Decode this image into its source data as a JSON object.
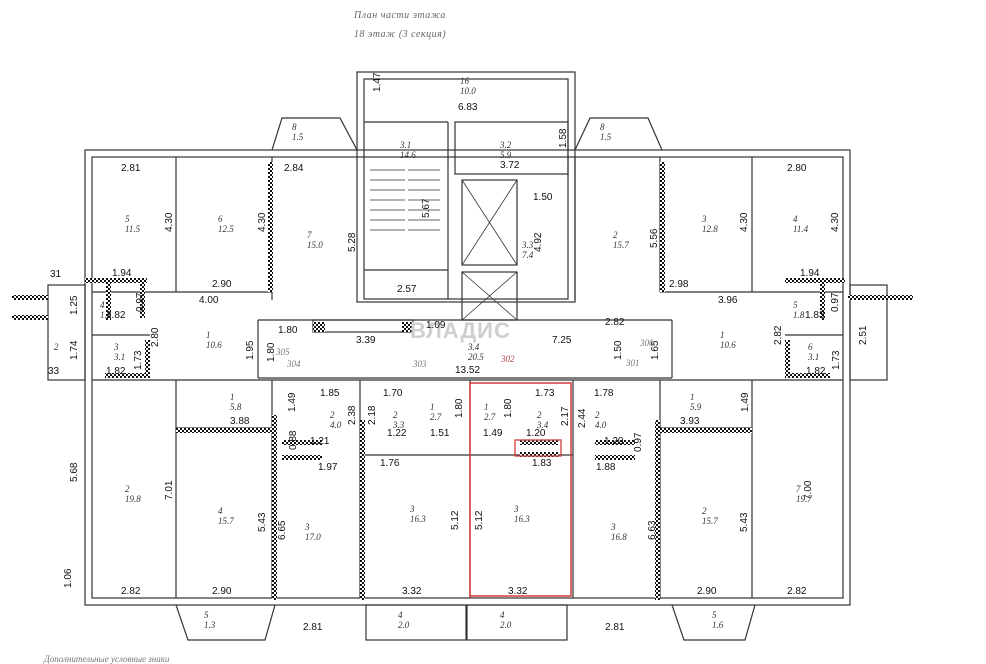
{
  "header": {
    "title": "План части этажа",
    "subtitle": "18 этаж (3 секция)"
  },
  "footer_note": "Дополнительные условные знаки",
  "watermark": "ВЛАДИС",
  "highlight_color": "#d23a3a",
  "dims": {
    "top_room_w": "6.83",
    "top_room_h": "1.47",
    "stair_w": "2.57",
    "stair_h": "5.67",
    "lift_hall_w": "3.72",
    "lift_hall_h": "1.58",
    "lift_h": "4.92",
    "lift_gap": "1.50",
    "w_281a": "2.81",
    "w_430a": "4.30",
    "w_430b": "4.30",
    "w_284": "2.84",
    "w_528": "5.28",
    "w_290a": "2.90",
    "w_194a": "1.94",
    "w_097a": "0.97",
    "w_400": "4.00",
    "w_125": "1.25",
    "w_182a": "1.82",
    "w_280a": "2.80",
    "w_174": "1.74",
    "w_173a": "1.73",
    "w_182b": "1.82",
    "w_195": "1.95",
    "w_180a": "1.80",
    "w_180b": "1.80",
    "w_339": "3.39",
    "w_109": "1.09",
    "w_1352": "13.52",
    "w_725": "7.25",
    "w_282a": "2.82",
    "w_150": "1.50",
    "w_165": "1.65",
    "w_556": "5.56",
    "w_298": "2.98",
    "w_396": "3.96",
    "w_280b": "2.80",
    "w_430c": "4.30",
    "w_430d": "4.30",
    "w_194b": "1.94",
    "w_097b": "0.97",
    "w_183a": "1.83",
    "w_282b": "2.82",
    "w_251": "2.51",
    "w_173b": "1.73",
    "w_182c": "1.82",
    "w_185": "1.85",
    "w_149a": "1.49",
    "w_238": "2.38",
    "w_388": "3.88",
    "w_088": "0.88",
    "w_121": "1.21",
    "w_197": "1.97",
    "w_170": "1.70",
    "w_218": "2.18",
    "w_122": "1.22",
    "w_151": "1.51",
    "w_180c": "1.80",
    "w_176": "1.76",
    "w_180d": "1.80",
    "w_173c": "1.73",
    "w_217": "2.17",
    "w_149b": "1.49",
    "w_120a": "1.20",
    "w_183b": "1.83",
    "w_178": "1.78",
    "w_244": "2.44",
    "w_393": "3.93",
    "w_149c": "1.49",
    "w_120b": "1.20",
    "w_097c": "0.97",
    "w_188": "1.88",
    "w_568": "5.68",
    "w_701": "7.01",
    "w_543a": "5.43",
    "w_665": "6.65",
    "w_512a": "5.12",
    "w_512b": "5.12",
    "w_663": "6.63",
    "w_543b": "5.43",
    "w_700": "7.00",
    "w_106": "1.06",
    "w_282c": "2.82",
    "w_290b": "2.90",
    "w_332a": "3.32",
    "w_332b": "3.32",
    "w_290c": "2.90",
    "w_282d": "2.82",
    "w_281b": "2.81",
    "w_281c": "2.81",
    "edge_33": "33",
    "edge_31": "31"
  },
  "rooms": {
    "r_top": "16\n10.0",
    "r_stair": "3.1\n14.6",
    "r_lift": "3.2\n5.9",
    "r_lift3": "3.3\n7.4",
    "r_hall": "3.4\n20.5",
    "b_tl": "8\n1.5",
    "b_tr": "8\n1.5",
    "l5": "5\n11.5",
    "l6": "6\n12.5",
    "l7": "7\n15.0",
    "l4": "4\n1.8",
    "l1": "1\n10.6",
    "l3": "3\n3.1",
    "l2": "2",
    "r2": "2\n15.7",
    "r3": "3\n12.8",
    "r4": "4\n11.4",
    "r5": "5\n1.8",
    "r1": "1\n10.6",
    "r6": "6\n3.1",
    "b1_1": "1\n5.8",
    "b1_2": "2\n4.0",
    "b2_2": "2\n3.3",
    "b2_1": "1\n2.7",
    "b3_1": "1\n2.7",
    "b3_2": "2\n3.4",
    "b4_2": "2\n4.0",
    "b4_1": "1\n5.9",
    "b_big_l": "2\n19.8",
    "b4": "4\n15.7",
    "b3a": "3\n17.0",
    "b3b": "3\n16.3",
    "b3c": "3\n16.3",
    "b3d": "3\n16.8",
    "b2r": "2\n15.7",
    "b7r": "7\n19.7",
    "bb5": "5\n1.3",
    "bb4a": "4\n2.0",
    "bb4b": "4\n2.0",
    "bb5r": "5\n1.6"
  },
  "apartments": {
    "a305": "305",
    "a304": "304",
    "a303": "303",
    "a302": "302",
    "a300": "300",
    "a301": "301"
  }
}
